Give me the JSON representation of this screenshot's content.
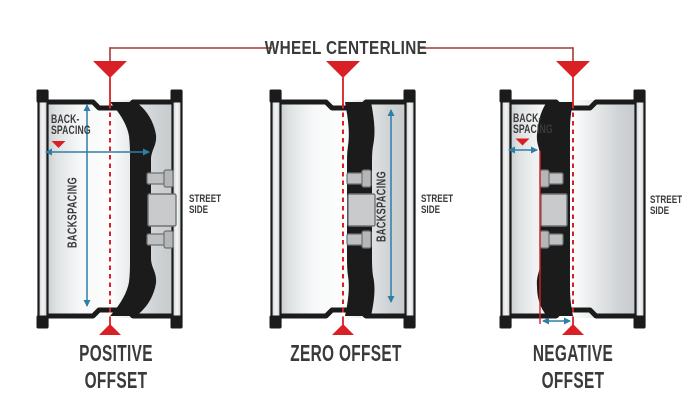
{
  "title": {
    "label": "WHEEL CENTERLINE"
  },
  "colors": {
    "bright_red": "#d92025",
    "dark_red": "#a23a31",
    "blue": "#2e7ea7",
    "text": "#3a3a3a",
    "outline": "#1b1b1b",
    "hub_gray": "#c8cacc",
    "lug_gray": "#bec0c2"
  },
  "panels": [
    {
      "id": "positive",
      "offset_label": "POSITIVE OFFSET",
      "backspacing_small": "BACK-\nSPACING",
      "backspacing_vertical": "BACKSPACING",
      "street_side": "STREET\nSIDE"
    },
    {
      "id": "zero",
      "offset_label": "ZERO OFFSET",
      "backspacing_vertical": "BACKSPACING",
      "street_side": "STREET\nSIDE"
    },
    {
      "id": "negative",
      "offset_label": "NEGATIVE OFFSET",
      "backspacing_small": "BACK-\nSPACING",
      "street_side": "STREET\nSIDE"
    }
  ]
}
